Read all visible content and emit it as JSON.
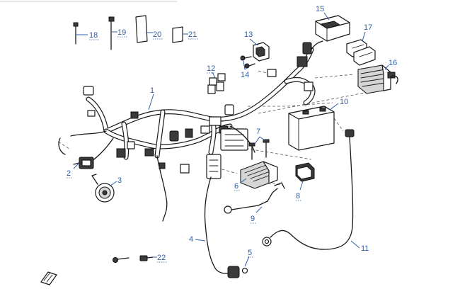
{
  "diagram": {
    "callouts": [
      {
        "id": "1",
        "label": "1"
      },
      {
        "id": "2",
        "label": "2"
      },
      {
        "id": "3",
        "label": "3"
      },
      {
        "id": "4",
        "label": "4"
      },
      {
        "id": "5",
        "label": "5"
      },
      {
        "id": "6",
        "label": "6"
      },
      {
        "id": "7",
        "label": "7"
      },
      {
        "id": "8",
        "label": "8"
      },
      {
        "id": "9",
        "label": "9"
      },
      {
        "id": "10",
        "label": "10"
      },
      {
        "id": "11",
        "label": "11"
      },
      {
        "id": "12",
        "label": "12"
      },
      {
        "id": "13",
        "label": "13"
      },
      {
        "id": "14",
        "label": "14"
      },
      {
        "id": "15",
        "label": "15"
      },
      {
        "id": "16",
        "label": "16"
      },
      {
        "id": "17",
        "label": "17"
      },
      {
        "id": "18",
        "label": "18"
      },
      {
        "id": "19",
        "label": "19"
      },
      {
        "id": "20",
        "label": "20"
      },
      {
        "id": "21",
        "label": "21"
      },
      {
        "id": "22",
        "label": "22"
      }
    ]
  },
  "colors": {
    "callout": "#2f5fa8",
    "line": "#1a1a1a",
    "background": "#ffffff"
  },
  "icons": {
    "corner": "book-icon"
  }
}
